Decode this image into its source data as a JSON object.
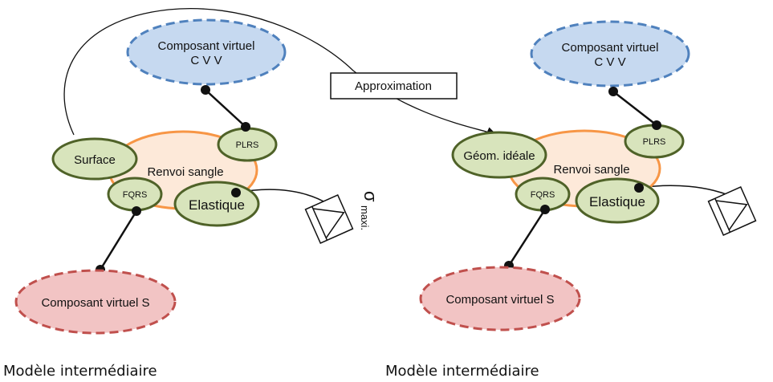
{
  "left": {
    "cvv_line1": "Composant virtuel",
    "cvv_line2": "C V V",
    "surface": "Surface",
    "renvoi": "Renvoi sangle",
    "plrs": "PLRS",
    "fqrs": "FQRS",
    "elastique": "Elastique",
    "sigma": "σ",
    "maxi": "maxi.",
    "cvs": "Composant virtuel S",
    "caption": "Modèle intermédiaire"
  },
  "approximation": "Approximation",
  "right": {
    "cvv_line1": "Composant virtuel",
    "cvv_line2": "C V V",
    "geom": "Géom. idéale",
    "renvoi": "Renvoi sangle",
    "plrs": "PLRS",
    "fqrs": "FQRS",
    "elastique": "Elastique",
    "cvs": "Composant virtuel S",
    "caption": "Modèle intermédiaire"
  },
  "colors": {
    "cvv_fill": "#c6d9f0",
    "cvv_stroke": "#4f81bd",
    "cvs_fill": "#f2c4c4",
    "cvs_stroke": "#c0504d",
    "green_fill": "#d8e4bc",
    "green_stroke": "#4f6228",
    "orange_fill": "#fde9d9",
    "orange_stroke": "#f79646"
  }
}
